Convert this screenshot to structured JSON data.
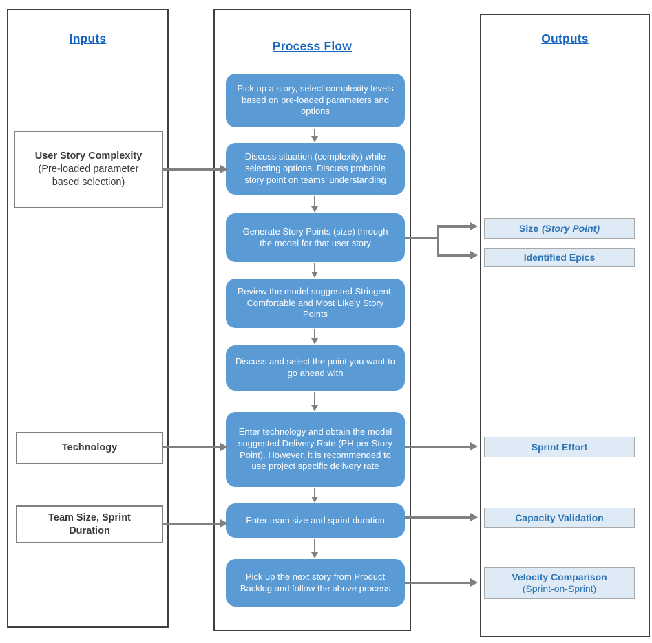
{
  "panels": {
    "inputs": {
      "title": "Inputs"
    },
    "process": {
      "title": "Process Flow"
    },
    "outputs": {
      "title": "Outputs"
    }
  },
  "inputs": {
    "items": [
      {
        "title": "User Story Complexity",
        "subtitle_line1": "(Pre-loaded parameter",
        "subtitle_line2": "based selection)"
      },
      {
        "title": "Technology"
      },
      {
        "title": "Team Size, Sprint Duration"
      }
    ]
  },
  "process": {
    "steps": [
      "Pick up a story, select complexity levels based on pre-loaded parameters and options",
      "Discuss situation (complexity) while selecting options. Discuss probable story point on teams’ understanding",
      "Generate Story Points (size) through the model for that user story",
      "Review the model suggested Stringent, Comfortable and Most Likely Story Points",
      "Discuss and select the point you want to go ahead with",
      "Enter technology and obtain the model suggested Delivery Rate (PH per Story Point). However, it is recommended to use project specific delivery rate",
      "Enter team size and sprint duration",
      "Pick up the next story from Product Backlog and follow the above process"
    ]
  },
  "outputs": {
    "items": [
      {
        "label": "Size",
        "label_italic": "(Story Point)"
      },
      {
        "label": "Identified Epics"
      },
      {
        "label": "Sprint Effort"
      },
      {
        "label": "Capacity Validation"
      },
      {
        "label": "Velocity Comparison",
        "sublabel": "(Sprint-on-Sprint)"
      }
    ]
  },
  "colors": {
    "process_box_fill": "#5B9BD5",
    "process_box_text": "#ffffff",
    "output_box_fill": "#DEEAF6",
    "output_box_border": "#a8a8a8",
    "output_text": "#2E74B5",
    "header_text": "#1565C0",
    "connector": "#808080",
    "panel_border": "#404040",
    "input_box_border": "#7f7f7f"
  }
}
